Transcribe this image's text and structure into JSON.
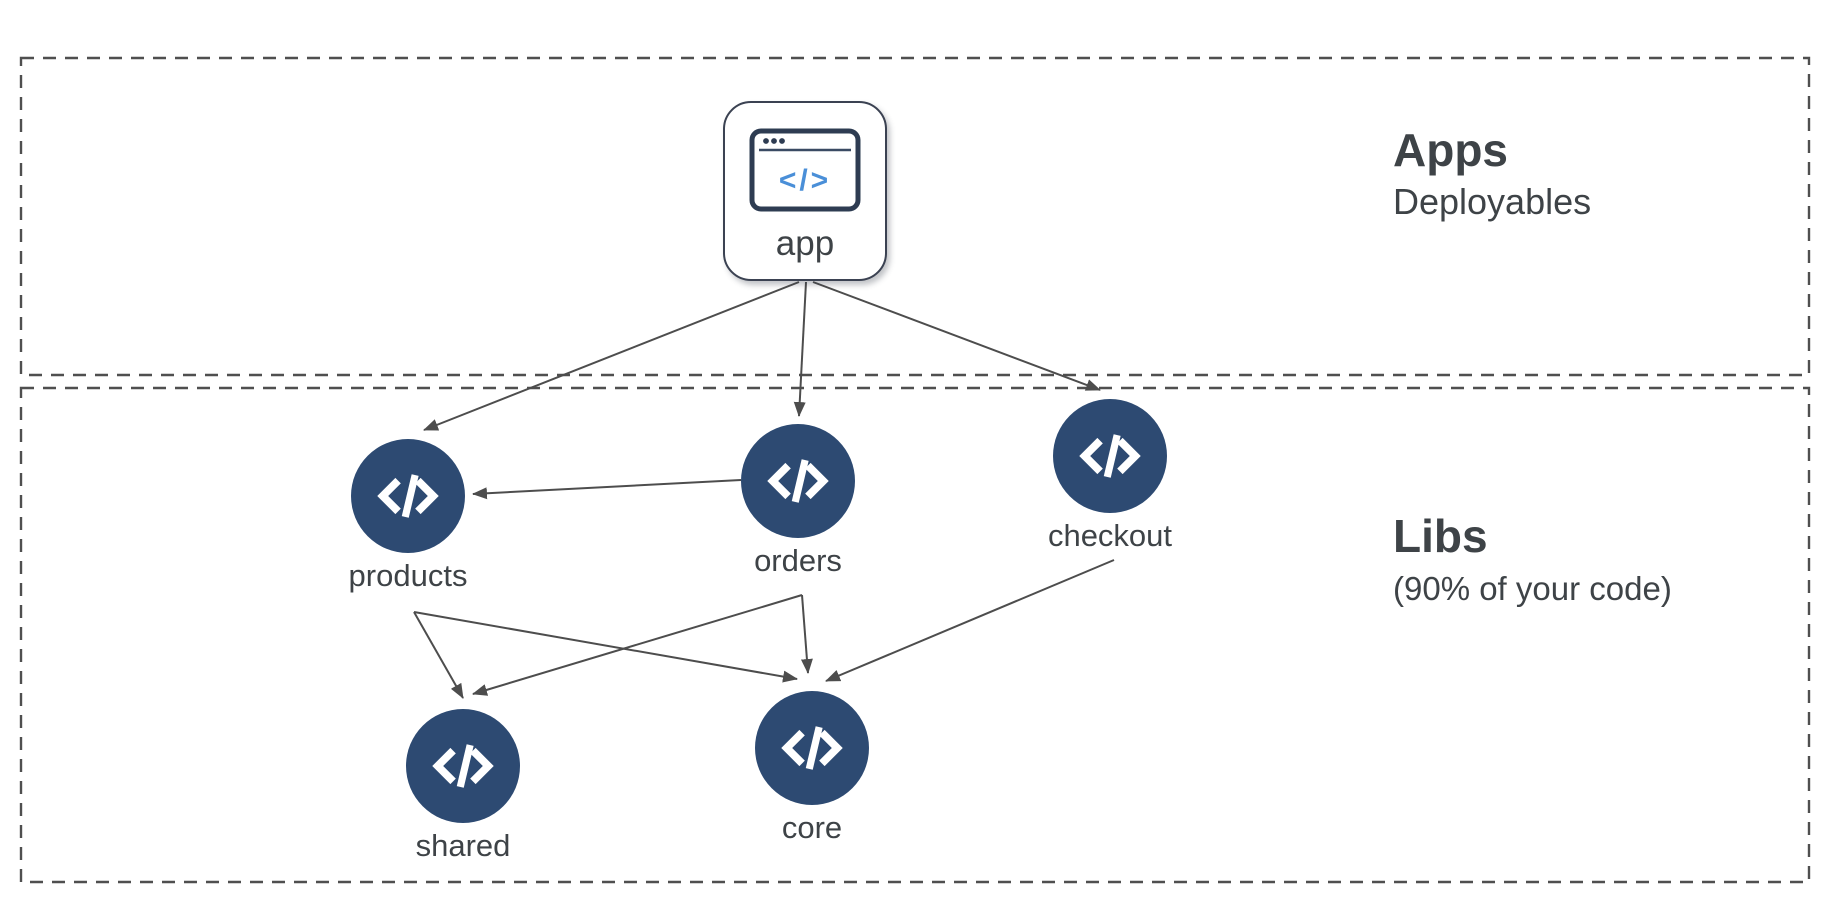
{
  "diagram": {
    "regions": {
      "apps": {
        "title": "Apps",
        "subtitle": "Deployables"
      },
      "libs": {
        "title": "Libs",
        "subtitle": "(90% of your code)"
      }
    },
    "nodes": {
      "app": {
        "label": "app",
        "icon": "browser-code-icon"
      },
      "products": {
        "label": "products",
        "icon": "code-icon"
      },
      "orders": {
        "label": "orders",
        "icon": "code-icon"
      },
      "checkout": {
        "label": "checkout",
        "icon": "code-icon"
      },
      "shared": {
        "label": "shared",
        "icon": "code-icon"
      },
      "core": {
        "label": "core",
        "icon": "code-icon"
      }
    },
    "edges": [
      {
        "from": "app",
        "to": "products"
      },
      {
        "from": "app",
        "to": "orders"
      },
      {
        "from": "app",
        "to": "checkout"
      },
      {
        "from": "orders",
        "to": "products"
      },
      {
        "from": "products",
        "to": "shared"
      },
      {
        "from": "products",
        "to": "core"
      },
      {
        "from": "orders",
        "to": "shared"
      },
      {
        "from": "orders",
        "to": "core"
      },
      {
        "from": "checkout",
        "to": "core"
      }
    ],
    "code_glyph": "</>",
    "colors": {
      "node_fill": "#2d4a72",
      "edge": "#4d4d4d",
      "region_border": "#4f4f4f",
      "text": "#3e4347",
      "code_accent": "#4a8fd8",
      "icon_stroke": "#2e3c52"
    }
  }
}
